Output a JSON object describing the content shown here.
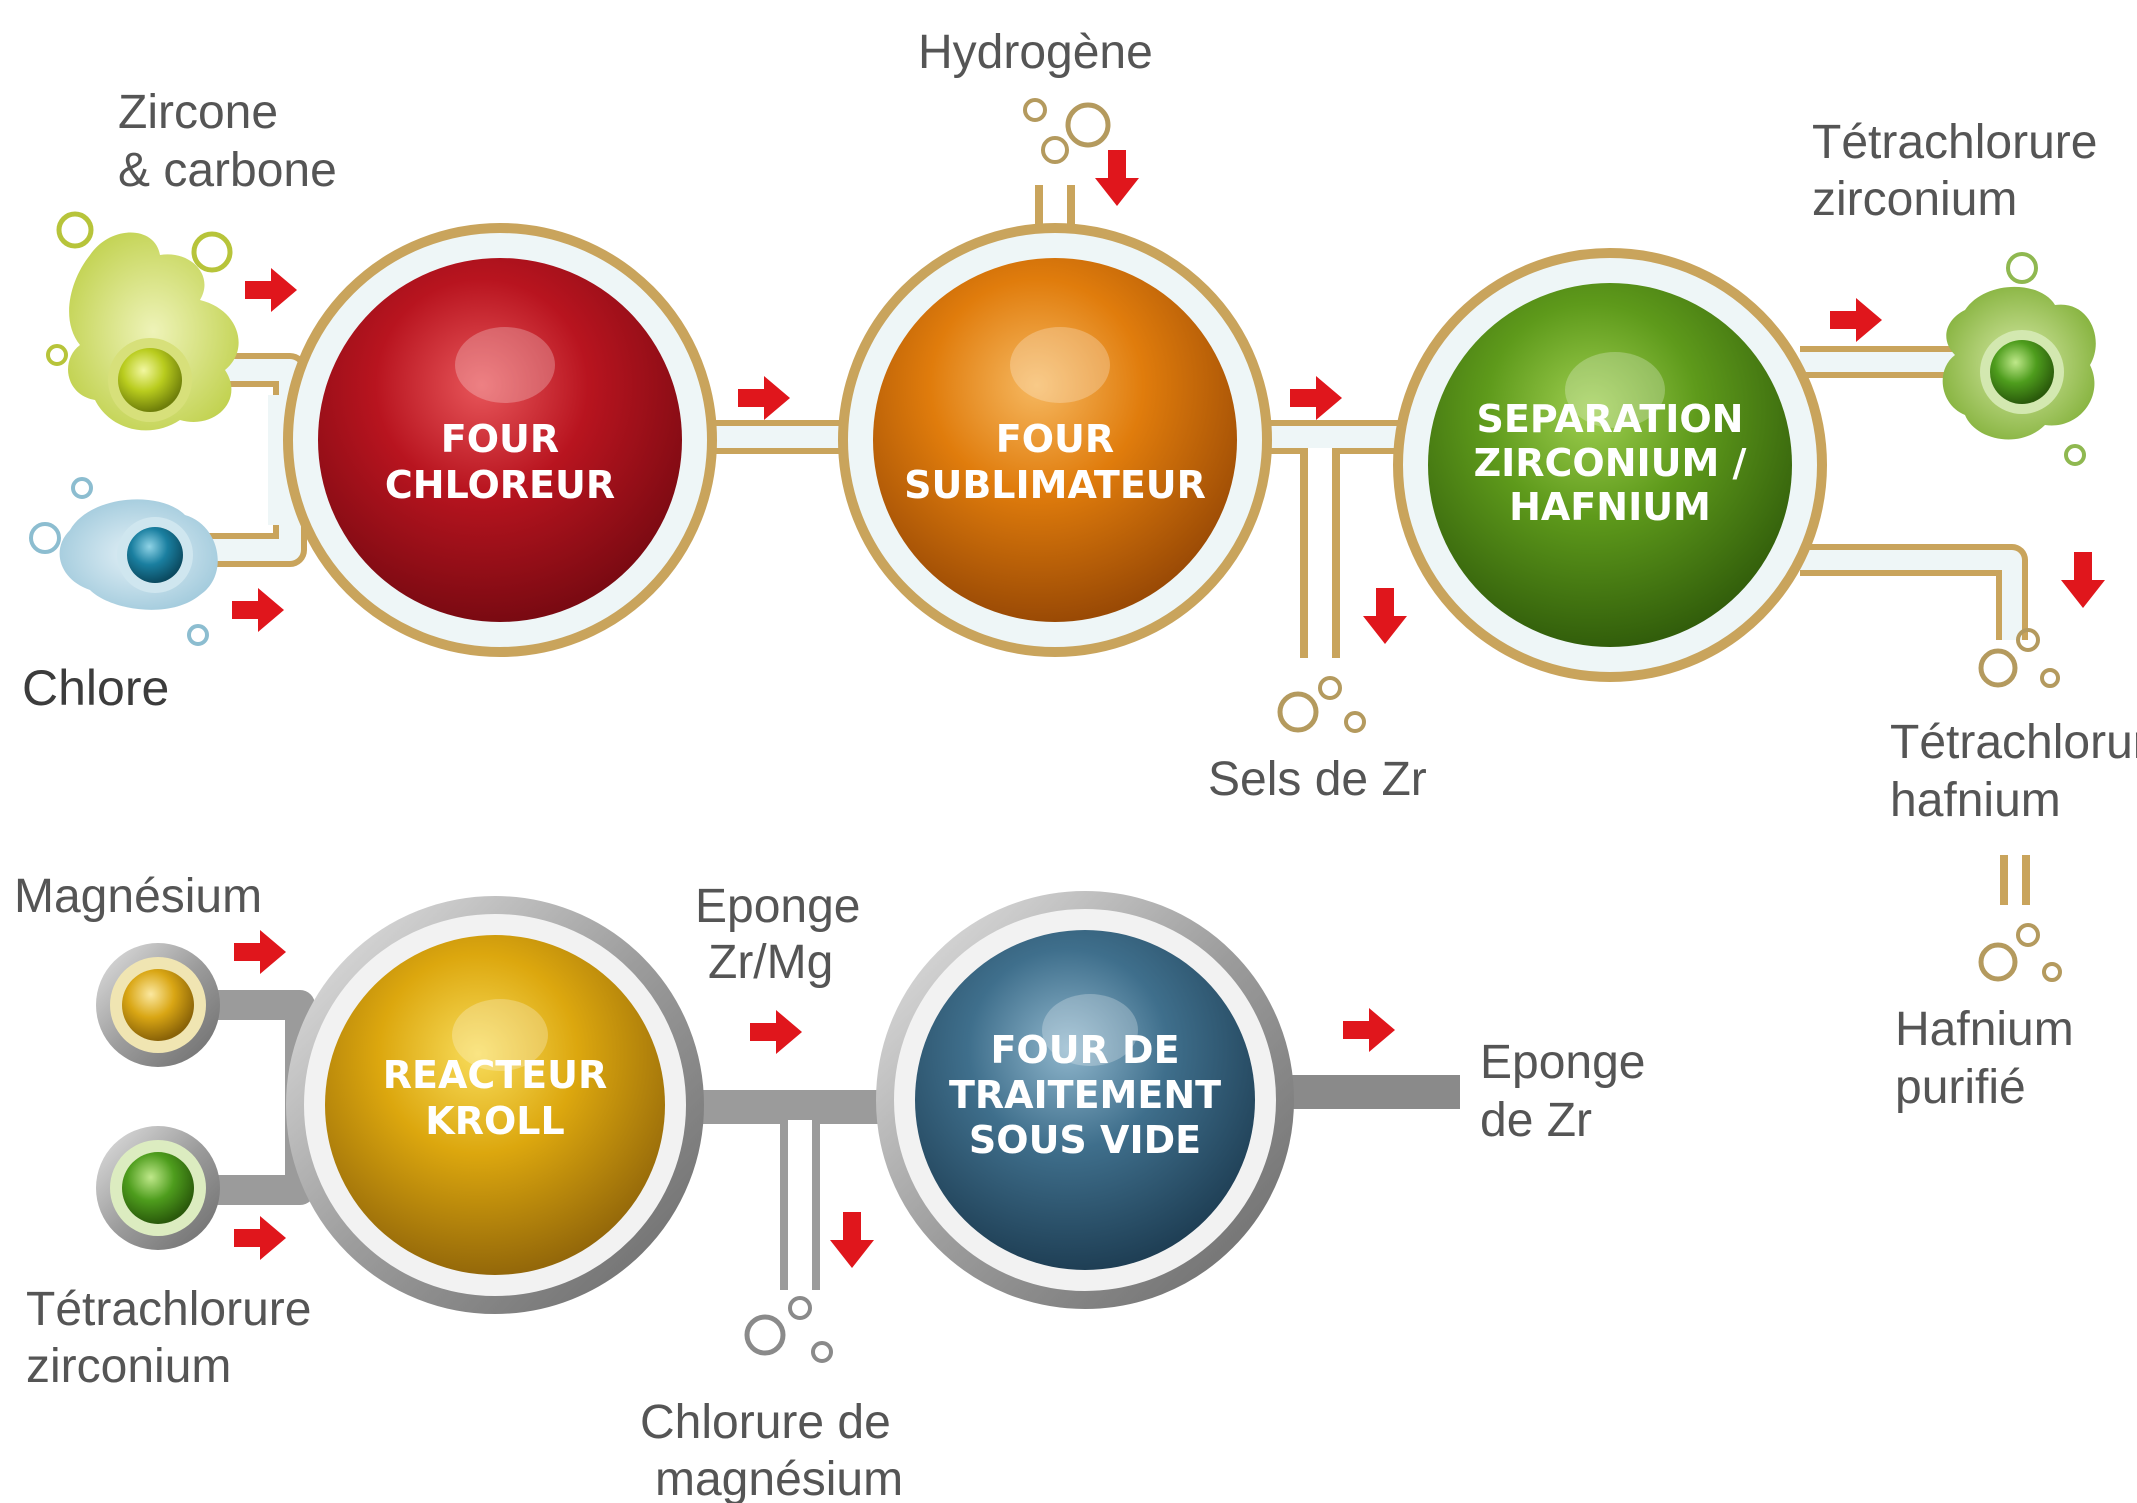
{
  "colors": {
    "chlorination": "#a3101d",
    "sublimation": "#d9790b",
    "separation": "#5f9a1c",
    "kroll": "#d8a20d",
    "vacuum": "#3d6d8a",
    "arrow": "#e0161c",
    "pipe_gold": "#c9a45c",
    "pipe_grey": "#9b9b9b"
  },
  "top_line": {
    "inputs": {
      "zircon_carbon": [
        "Zircone",
        "& carbone"
      ],
      "chlorine": "Chlore",
      "hydrogen": "Hydrogène"
    },
    "furnaces": {
      "chlorination": [
        "FOUR",
        "CHLOREUR"
      ],
      "sublimation": [
        "FOUR",
        "SUBLIMATEUR"
      ],
      "separation": [
        "SEPARATION",
        "ZIRCONIUM /",
        "HAFNIUM"
      ]
    },
    "outputs": {
      "zr_tetrachloride": [
        "Tétrachlorure",
        "zirconium"
      ],
      "zr_salts": "Sels de Zr",
      "hf_tetrachloride": [
        "Tétrachlorure",
        "hafnium"
      ],
      "hf_purified": [
        "Hafnium",
        "purifié"
      ]
    }
  },
  "bottom_line": {
    "inputs": {
      "magnesium": "Magnésium",
      "zr_tetrachloride": [
        "Tétrachlorure",
        "zirconium"
      ]
    },
    "furnaces": {
      "kroll": [
        "REACTEUR",
        "KROLL"
      ],
      "vacuum": [
        "FOUR DE",
        "TRAITEMENT",
        "SOUS VIDE"
      ]
    },
    "intermediate": [
      "Eponge",
      "Zr/Mg"
    ],
    "outputs": {
      "mg_chloride": [
        "Chlorure de",
        "magnésium"
      ],
      "zr_sponge": [
        "Eponge",
        "de Zr"
      ]
    }
  }
}
